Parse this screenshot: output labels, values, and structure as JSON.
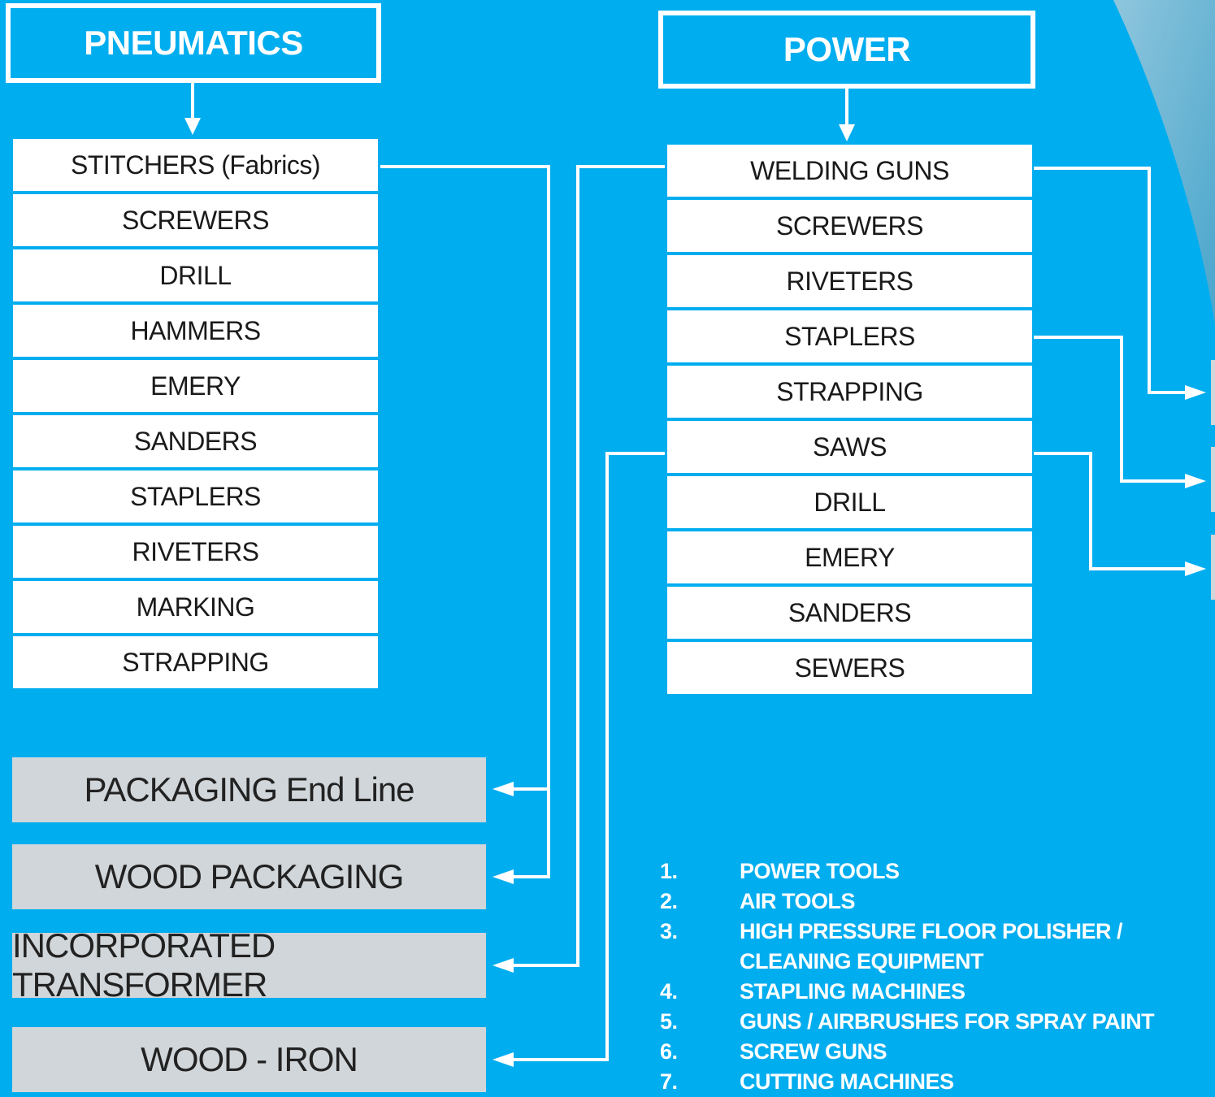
{
  "colors": {
    "background": "#00adef",
    "item_bg": "#ffffff",
    "target_bg": "#d0d6d9",
    "connector": "#ffffff"
  },
  "pneumatics": {
    "title": "PNEUMATICS",
    "items": [
      "STITCHERS (Fabrics)",
      "SCREWERS",
      "DRILL",
      "HAMMERS",
      "EMERY",
      "SANDERS",
      "STAPLERS",
      "RIVETERS",
      "MARKING",
      "STRAPPING"
    ]
  },
  "power": {
    "title": "POWER",
    "items": [
      "WELDING GUNS",
      "SCREWERS",
      "RIVETERS",
      "STAPLERS",
      "STRAPPING",
      "SAWS",
      "DRILL",
      "EMERY",
      "SANDERS",
      "SEWERS"
    ]
  },
  "targets": [
    "PACKAGING End Line",
    "WOOD PACKAGING",
    "INCORPORATED TRANSFORMER",
    "WOOD - IRON"
  ],
  "numbered_list": [
    {
      "num": "1.",
      "text": "POWER TOOLS"
    },
    {
      "num": "2.",
      "text": "AIR TOOLS"
    },
    {
      "num": "3.",
      "text": "HIGH PRESSURE FLOOR POLISHER / CLEANING EQUIPMENT"
    },
    {
      "num": "4.",
      "text": "STAPLING MACHINES"
    },
    {
      "num": "5.",
      "text": "GUNS / AIRBRUSHES FOR SPRAY PAINT"
    },
    {
      "num": "6.",
      "text": "SCREW GUNS"
    },
    {
      "num": "7.",
      "text": "CUTTING MACHINES"
    }
  ]
}
